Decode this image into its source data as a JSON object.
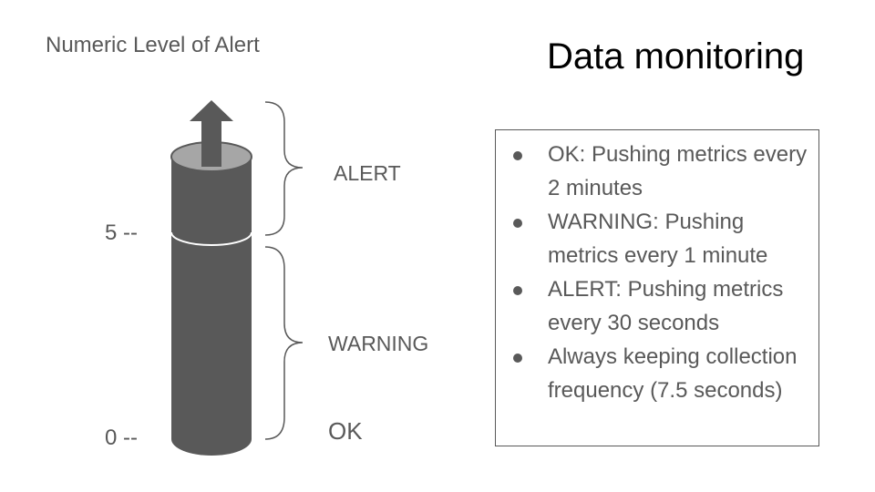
{
  "left_title": "Numeric Level of Alert",
  "slide_title": "Data monitoring",
  "scale": {
    "tick_5": "5 --",
    "tick_0": "0 --"
  },
  "levels": {
    "alert": "ALERT",
    "warning": "WARNING",
    "ok": "OK"
  },
  "info": {
    "items": [
      "OK: Pushing metrics every 2 minutes",
      "WARNING: Pushing metrics every 1 minute",
      "ALERT: Pushing metrics every 30 seconds",
      "Always keeping collection frequency (7.5 seconds)"
    ]
  },
  "colors": {
    "cylinder_body": "#595959",
    "cylinder_top": "#a6a6a6",
    "text_gray": "#595959",
    "title_black": "#000000"
  },
  "icons": [
    "up-arrow-icon",
    "bullet-icon"
  ]
}
